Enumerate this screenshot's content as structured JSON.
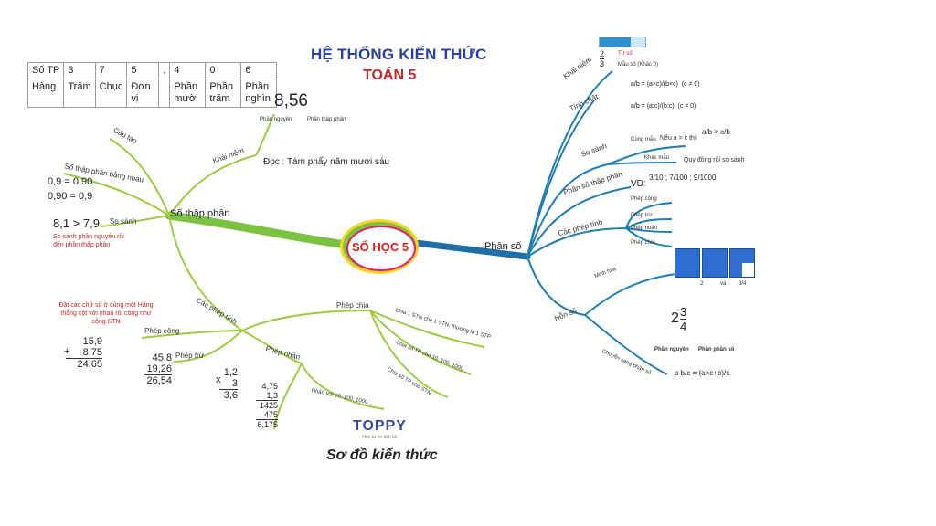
{
  "title": {
    "line1": "HỆ THỐNG KIẾN THỨC",
    "line2": "TOÁN 5"
  },
  "center": "SỐ HỌC 5",
  "place_value_table": {
    "row1": [
      "Số TP",
      "3",
      "7",
      "5",
      ",",
      "4",
      "0",
      "6"
    ],
    "row2": [
      "Hàng",
      "Trăm",
      "Chục",
      "Đơn vị",
      "",
      "Phần mười",
      "Phần trăm",
      "Phần nghìn"
    ]
  },
  "left": {
    "branch": "Số thập phân",
    "cau_tao": "Cấu tạo",
    "khai_niem": "Khái niệm",
    "example_number": "8,56",
    "phan_nguyen": "Phần nguyên",
    "phan_thap_phan": "Phần thập phân",
    "doc": "Đọc : Tám phẩy năm mươi sáu",
    "so_tp_bang_nhau": "Số thập phân bằng nhau",
    "eq1": "0,9 = 0,90",
    "eq2": "0,90 = 0,9",
    "so_sanh": "So sánh",
    "compare_example": "8,1 > 7,9",
    "compare_note": "So sánh phần nguyên rồi đến phần thập phân",
    "cac_phep_tinh": "Các phép tính",
    "add_note": "Đặt các chữ số ở cùng một Hàng thẳng cột với nhau rồi cộng như cộng STN",
    "phep_cong": "Phép cộng",
    "add": [
      "15,9",
      "8,75",
      "24,65"
    ],
    "phep_tru": "Phép trừ",
    "sub": [
      "45,8",
      "19,26",
      "26,54"
    ],
    "phep_nhan": "Phép nhân",
    "mul1": [
      "1,2",
      "3",
      "3,6"
    ],
    "mul2": [
      "4,75",
      "1,3",
      "1425",
      "475",
      "6,175"
    ],
    "phep_chia": "Phép chia",
    "chia_items": [
      "Chia 1 STN cho 1 STN, thương là 1 STP",
      "Chia số TP cho 10, 100, 1000...",
      "Chia số TP cho STN"
    ],
    "nhan_item": "Nhân với 10, 100, 1000..."
  },
  "right": {
    "branch": "Phân số",
    "khai_niem": "Khái niệm",
    "tu_so": "Tử số",
    "mau_so": "Mẫu số (Khác 0)",
    "tinh_chat": "Tính chất",
    "so_sanh": "So sánh",
    "cung_mau": "Cùng mẫu",
    "cung_mau_rule": "Nếu a > c thì",
    "khac_mau": "Khác mẫu",
    "khac_mau_rule": "Quy đồng rồi so sánh",
    "ps_thap_phan": "Phân số thập phân",
    "vd": "VD:",
    "cac_phep_tinh": "Các phép tính",
    "ops": [
      "Phép cộng",
      "Phép trừ",
      "Phép nhân",
      "Phép chia"
    ],
    "hon_so": "Hỗn số",
    "minh_hoa": "Minh họa",
    "mixed_whole": "2",
    "mixed_num": "3",
    "mixed_den": "4",
    "phan_nguyen": "Phần nguyên",
    "phan_phan_so": "Phần phân số",
    "chuyen": "Chuyển sang phân số",
    "illus_labels": [
      "2",
      "và",
      "3/4"
    ]
  },
  "logo": {
    "brand": "TOPPY",
    "tagline": "Học tự tin tiến bộ"
  },
  "caption": "Sơ đồ kiến thức",
  "colors": {
    "left_branch": "#8bc34a",
    "right_branch": "#1e6fa8",
    "title": "#2b3f9e",
    "accent_red": "#c62828"
  }
}
